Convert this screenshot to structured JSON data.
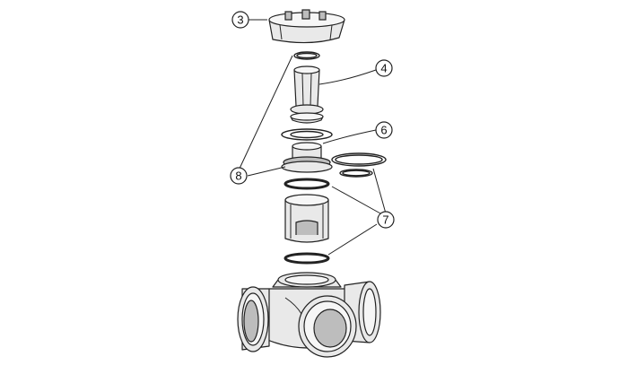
{
  "callouts": {
    "c3": "3",
    "c4": "4",
    "c6": "6",
    "c7": "7",
    "c8": "8"
  }
}
